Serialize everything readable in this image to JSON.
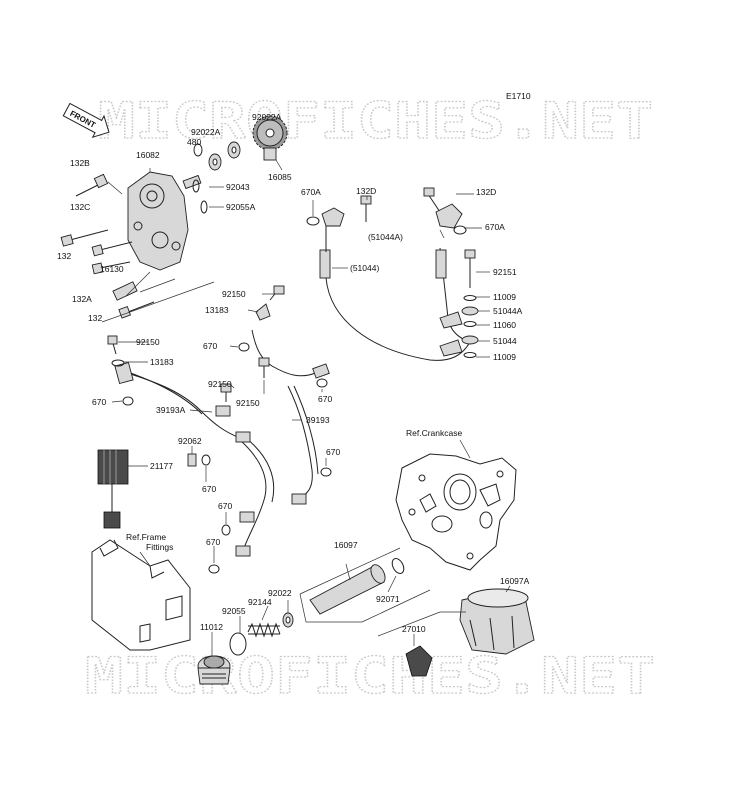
{
  "diagram_code": "E1710",
  "front_arrow_label": "FRONT",
  "watermark": "MICROFICHES.NET",
  "refs": {
    "crankcase": "Ref.Crankcase",
    "frame_line1": "Ref.Frame",
    "frame_line2": "Fittings"
  },
  "parts": [
    {
      "key": "p92022A_a",
      "label": "92022A"
    },
    {
      "key": "p92022A_b",
      "label": "92022A"
    },
    {
      "key": "p480",
      "label": "480"
    },
    {
      "key": "p132B",
      "label": "132B"
    },
    {
      "key": "p16082",
      "label": "16082"
    },
    {
      "key": "p92043",
      "label": "92043"
    },
    {
      "key": "p16085",
      "label": "16085"
    },
    {
      "key": "p92055A",
      "label": "92055A"
    },
    {
      "key": "p132C",
      "label": "132C"
    },
    {
      "key": "p132_a",
      "label": "132"
    },
    {
      "key": "p16130",
      "label": "16130"
    },
    {
      "key": "p132A",
      "label": "132A"
    },
    {
      "key": "p132_b",
      "label": "132"
    },
    {
      "key": "p670A_a",
      "label": "670A"
    },
    {
      "key": "p132D_a",
      "label": "132D"
    },
    {
      "key": "p132D_b",
      "label": "132D"
    },
    {
      "key": "p670A_b",
      "label": "670A"
    },
    {
      "key": "p51044A_paren",
      "label": "(51044A)"
    },
    {
      "key": "p51044_paren",
      "label": "(51044)"
    },
    {
      "key": "p92151",
      "label": "92151"
    },
    {
      "key": "p11009_a",
      "label": "11009"
    },
    {
      "key": "p51044A",
      "label": "51044A"
    },
    {
      "key": "p11060",
      "label": "11060"
    },
    {
      "key": "p51044",
      "label": "51044"
    },
    {
      "key": "p11009_b",
      "label": "11009"
    },
    {
      "key": "p92150_a",
      "label": "92150"
    },
    {
      "key": "p13183_a",
      "label": "13183"
    },
    {
      "key": "p670_a",
      "label": "670"
    },
    {
      "key": "p92150_b",
      "label": "92150"
    },
    {
      "key": "p13183_b",
      "label": "13183"
    },
    {
      "key": "p92150_c",
      "label": "92150"
    },
    {
      "key": "p670_b",
      "label": "670"
    },
    {
      "key": "p670_c",
      "label": "670"
    },
    {
      "key": "p92150_d",
      "label": "92150"
    },
    {
      "key": "p39193A",
      "label": "39193A"
    },
    {
      "key": "p39193",
      "label": "39193"
    },
    {
      "key": "p92062",
      "label": "92062"
    },
    {
      "key": "p21177",
      "label": "21177"
    },
    {
      "key": "p670_d",
      "label": "670"
    },
    {
      "key": "p670_e",
      "label": "670"
    },
    {
      "key": "p670_f",
      "label": "670"
    },
    {
      "key": "p670_g",
      "label": "670"
    },
    {
      "key": "p16097",
      "label": "16097"
    },
    {
      "key": "p92071",
      "label": "92071"
    },
    {
      "key": "p16097A",
      "label": "16097A"
    },
    {
      "key": "p92022",
      "label": "92022"
    },
    {
      "key": "p92144",
      "label": "92144"
    },
    {
      "key": "p92055",
      "label": "92055"
    },
    {
      "key": "p11012",
      "label": "11012"
    },
    {
      "key": "p27010",
      "label": "27010"
    }
  ]
}
